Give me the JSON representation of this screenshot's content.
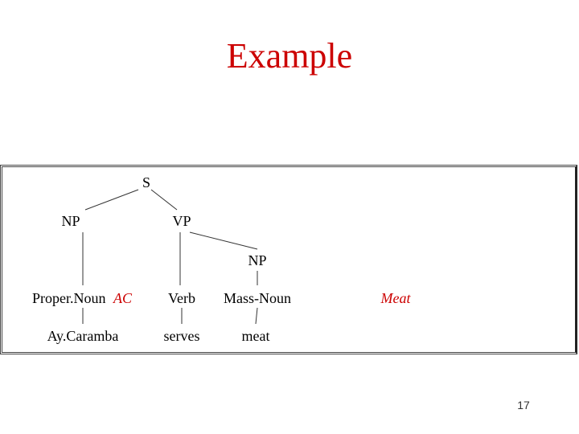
{
  "slide": {
    "title": "Example",
    "page_number": "17"
  },
  "tree": {
    "s": "S",
    "np_subject": "NP",
    "vp": "VP",
    "np_object": "NP",
    "proper_noun": "Proper.Noun",
    "proper_noun_semantic": "AC",
    "verb": "Verb",
    "mass_noun": "Mass-Noun",
    "mass_noun_semantic": "Meat",
    "word_1": "Ay.Caramba",
    "word_2": "serves",
    "word_3": "meat"
  },
  "colors": {
    "title": "#cc0000",
    "semantic_annotation": "#cc0000",
    "tree_text": "#000000"
  }
}
